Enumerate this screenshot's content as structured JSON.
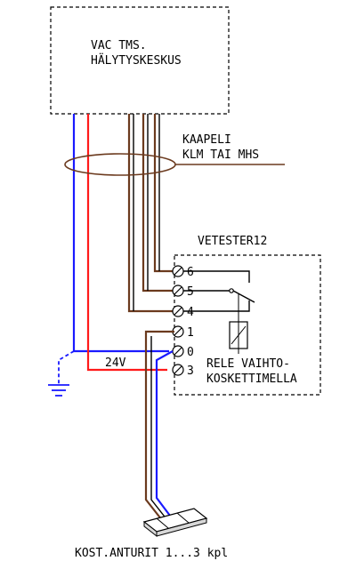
{
  "alarm_center": {
    "title_line1": "VAC TMS.",
    "title_line2": "HÄLYTYSKESKUS"
  },
  "cable": {
    "label_line1": "KAAPELI",
    "label_line2": "KLM TAI MHS"
  },
  "device": {
    "name": "VETESTER12",
    "terminals": [
      "6",
      "5",
      "4",
      "1",
      "0",
      "3"
    ],
    "relay_label_line1": "RELE VAIHTO-",
    "relay_label_line2": "KOSKETTIMELLA"
  },
  "supply": {
    "voltage_label": "24V"
  },
  "sensors": {
    "label": "KOST.ANTURIT 1...3 kpl"
  },
  "colors": {
    "brown": "#6b3a1e",
    "blue": "#1a1aff",
    "red": "#ff1a1a",
    "black": "#000000"
  }
}
